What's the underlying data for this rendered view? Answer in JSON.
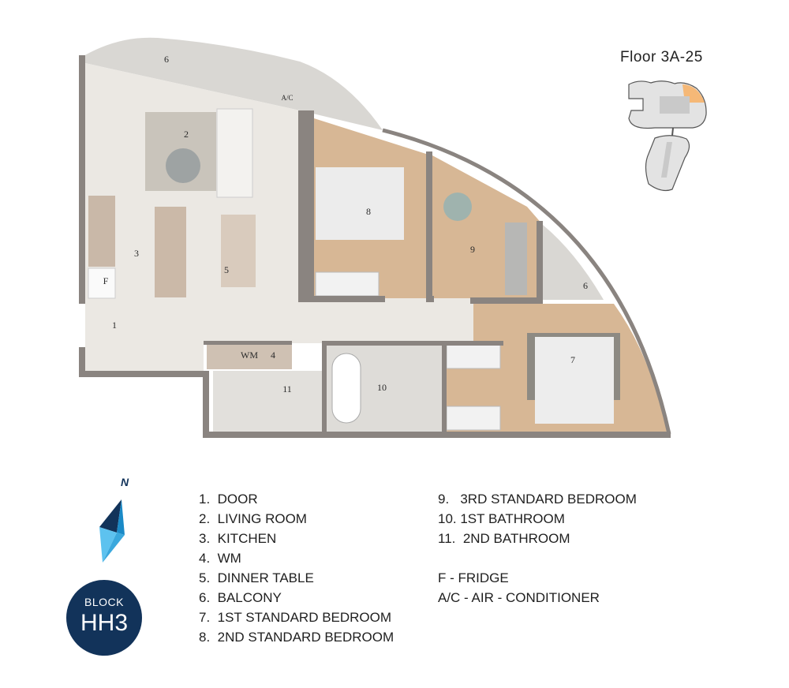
{
  "floor_title": "Floor 3A-25",
  "rooms": {
    "r1": "1",
    "r2": "2",
    "r3": "3",
    "r4": "4",
    "r5": "5",
    "r6a": "6",
    "r6b": "6",
    "r7": "7",
    "r8": "8",
    "r9": "9",
    "r10": "10",
    "r11": "11",
    "wm": "WM",
    "f": "F",
    "ac": "A/C"
  },
  "legend_left": [
    "1.  DOOR",
    "2.  LIVING ROOM",
    "3.  KITCHEN",
    "4.  WM",
    "5.  DINNER TABLE",
    "6.  BALCONY",
    "7.  1ST STANDARD BEDROOM",
    "8.  2ND STANDARD BEDROOM"
  ],
  "legend_right": [
    "9.   3RD STANDARD BEDROOM",
    "10. 1ST BATHROOM",
    "11.  2ND BATHROOM",
    "",
    "F - FRIDGE",
    "A/C - AIR - CONDITIONER"
  ],
  "compass": {
    "label": "N"
  },
  "block": {
    "label": "BLOCK",
    "name": "HH3"
  },
  "colors": {
    "highlight": "#f5b877",
    "block_bg": "#12335a",
    "wall": "#8a8480",
    "wood": "#d7b795"
  }
}
